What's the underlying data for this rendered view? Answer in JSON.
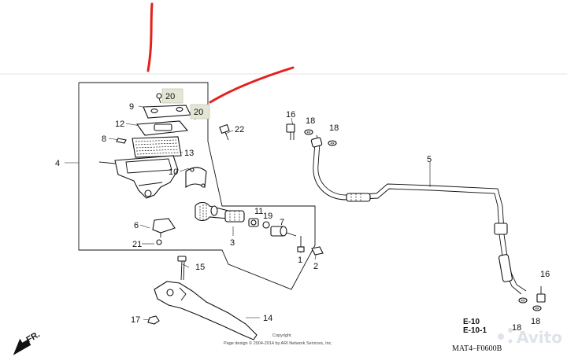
{
  "torque_callouts": [
    "20",
    "20"
  ],
  "part_numbers": {
    "p1": "1",
    "p2": "2",
    "p3": "3",
    "p4": "4",
    "p5": "5",
    "p6": "6",
    "p7": "7",
    "p8": "8",
    "p9": "9",
    "p10": "10",
    "p11": "11",
    "p12": "12",
    "p13": "13",
    "p14": "14",
    "p15": "15",
    "p16": "16",
    "p17": "17",
    "p18a": "18",
    "p18b": "18",
    "p18c": "18",
    "p18d": "18",
    "p19": "19",
    "p21": "21",
    "p22": "22",
    "p16b": "16"
  },
  "references": [
    "E-10",
    "E-10-1"
  ],
  "front_arrow_label": "FR.",
  "diagram_code": "MAT4–F0600B",
  "copyright_line1": "Copyright",
  "copyright_line2": "Page design © 2004-2014 by ARI Network Services, Inc.",
  "watermark": "Avito",
  "colors": {
    "annotation_red": "#e5201c",
    "callout_fill": "#e3e6d4",
    "line": "#111111"
  }
}
